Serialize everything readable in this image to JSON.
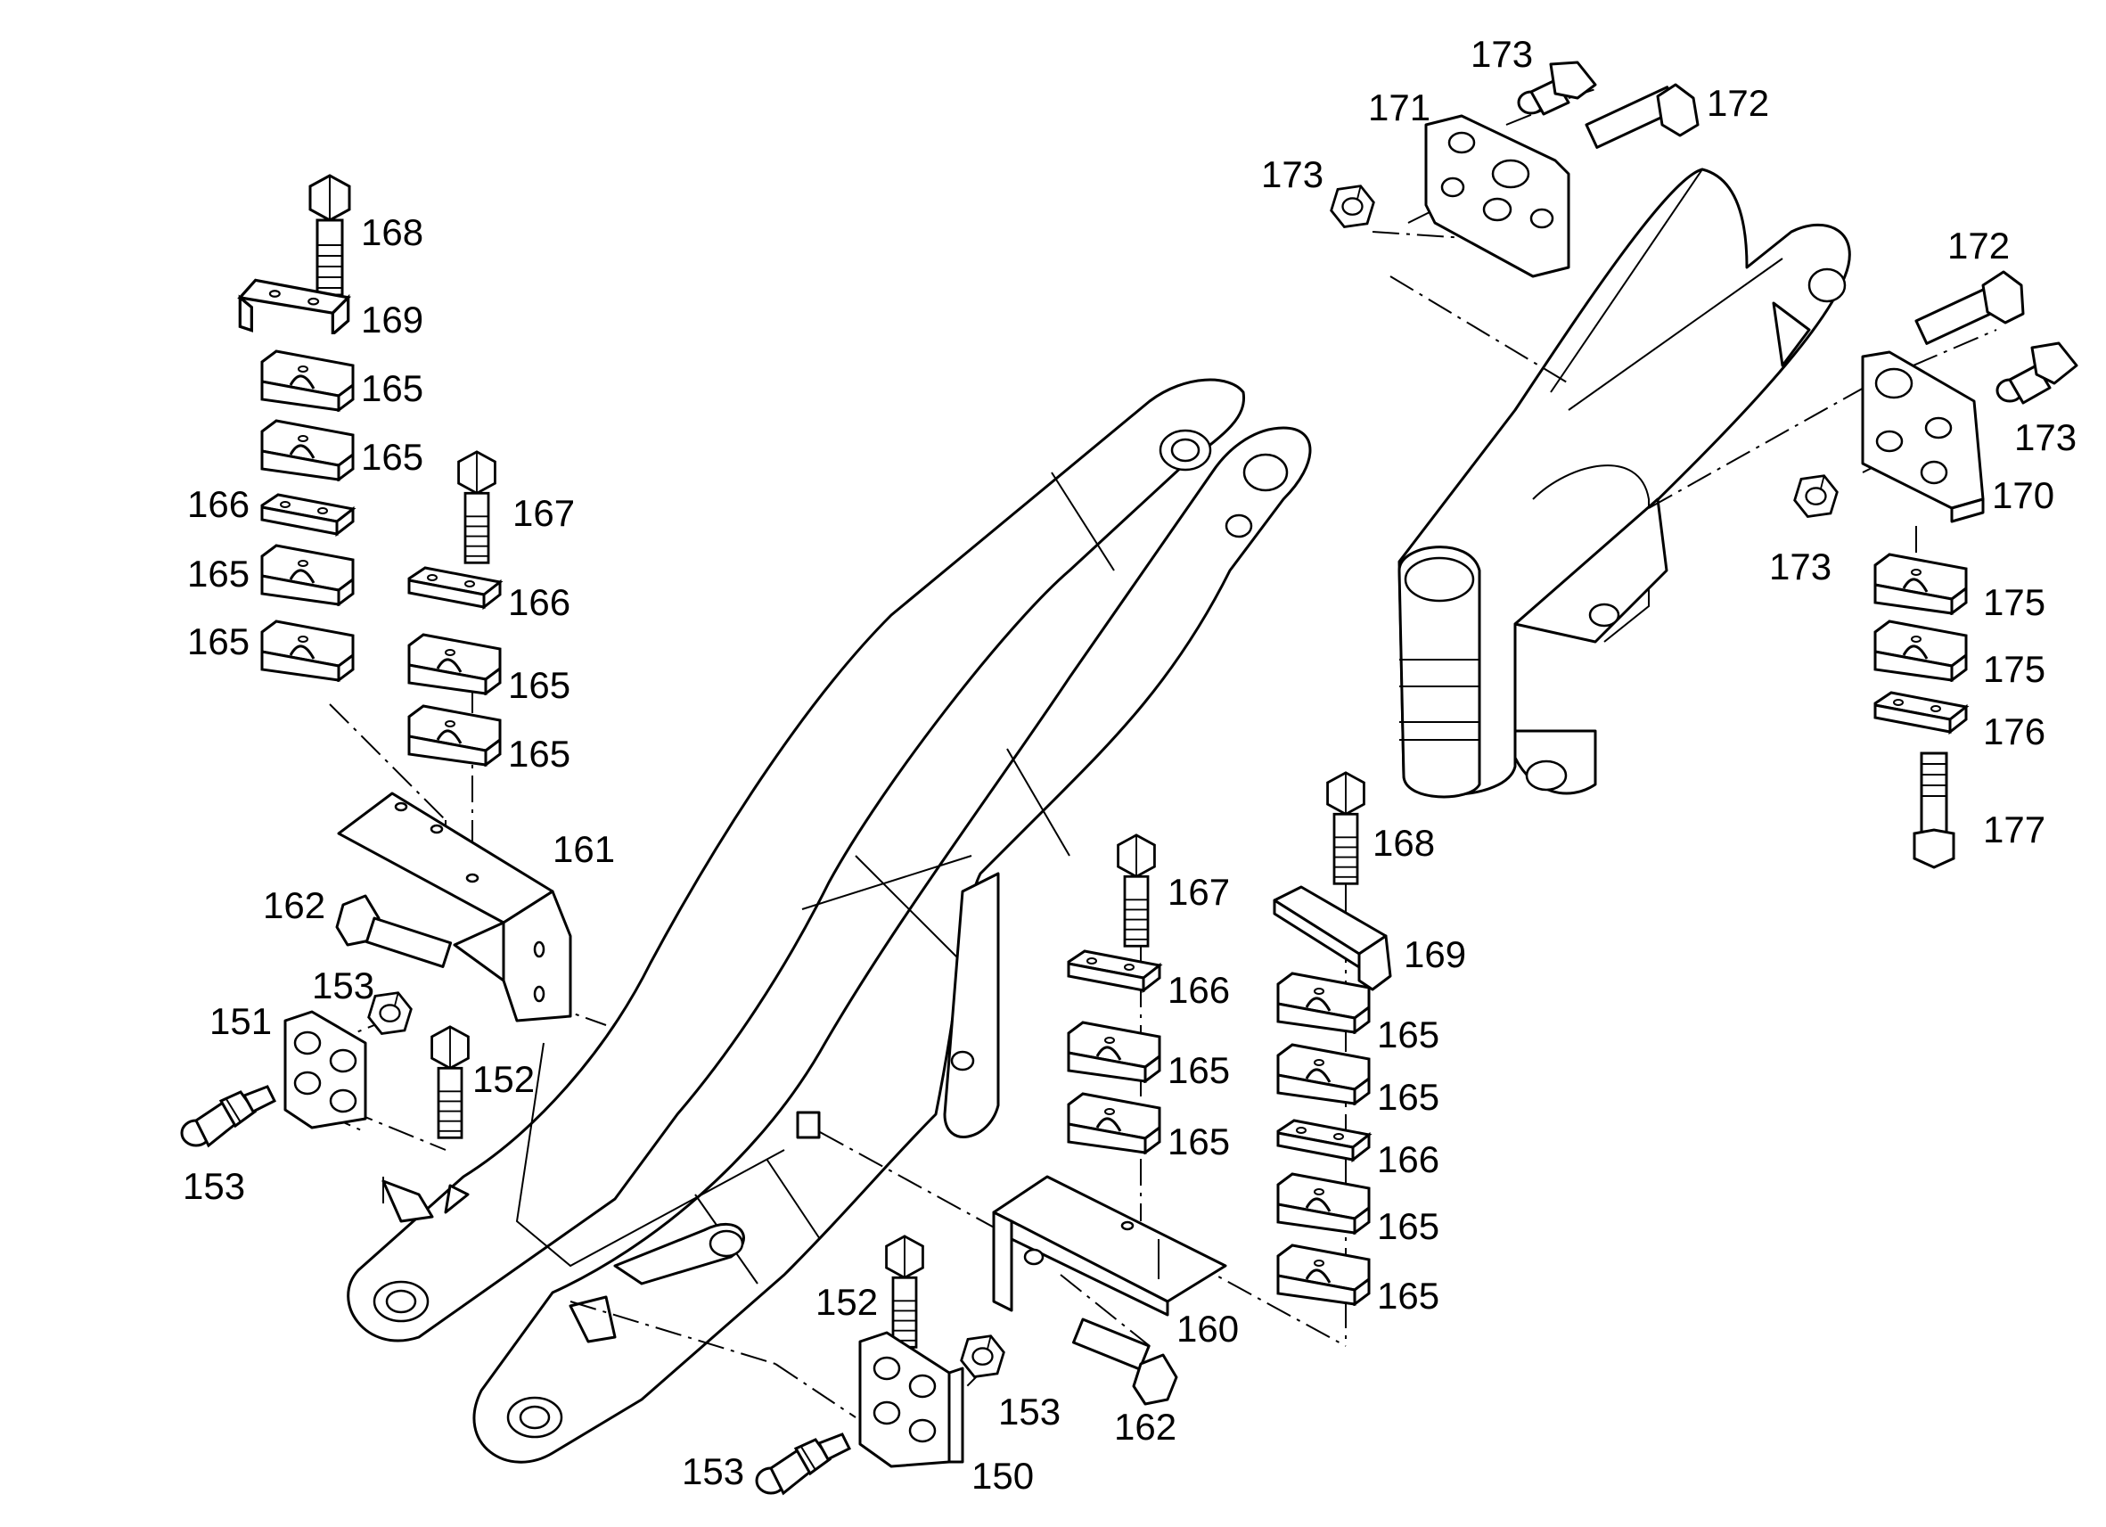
{
  "diagram": {
    "callouts": [
      {
        "id": "c168a",
        "text": "168"
      },
      {
        "id": "c169a",
        "text": "169"
      },
      {
        "id": "c165a",
        "text": "165"
      },
      {
        "id": "c165b",
        "text": "165"
      },
      {
        "id": "c166a",
        "text": "166"
      },
      {
        "id": "c165c",
        "text": "165"
      },
      {
        "id": "c165d",
        "text": "165"
      },
      {
        "id": "c167a",
        "text": "167"
      },
      {
        "id": "c166b",
        "text": "166"
      },
      {
        "id": "c165e",
        "text": "165"
      },
      {
        "id": "c165f",
        "text": "165"
      },
      {
        "id": "c161",
        "text": "161"
      },
      {
        "id": "c162a",
        "text": "162"
      },
      {
        "id": "c153a",
        "text": "153"
      },
      {
        "id": "c151",
        "text": "151"
      },
      {
        "id": "c152a",
        "text": "152"
      },
      {
        "id": "c153b",
        "text": "153"
      },
      {
        "id": "c173a",
        "text": "173"
      },
      {
        "id": "c171",
        "text": "171"
      },
      {
        "id": "c172a",
        "text": "172"
      },
      {
        "id": "c173b",
        "text": "173"
      },
      {
        "id": "c172b",
        "text": "172"
      },
      {
        "id": "c173c",
        "text": "173"
      },
      {
        "id": "c170",
        "text": "170"
      },
      {
        "id": "c173d",
        "text": "173"
      },
      {
        "id": "c175a",
        "text": "175"
      },
      {
        "id": "c175b",
        "text": "175"
      },
      {
        "id": "c176",
        "text": "176"
      },
      {
        "id": "c177",
        "text": "177"
      },
      {
        "id": "c168b",
        "text": "168"
      },
      {
        "id": "c167b",
        "text": "167"
      },
      {
        "id": "c169b",
        "text": "169"
      },
      {
        "id": "c166c",
        "text": "166"
      },
      {
        "id": "c165g",
        "text": "165"
      },
      {
        "id": "c165h",
        "text": "165"
      },
      {
        "id": "c165i",
        "text": "165"
      },
      {
        "id": "c165j",
        "text": "165"
      },
      {
        "id": "c166d",
        "text": "166"
      },
      {
        "id": "c165k",
        "text": "165"
      },
      {
        "id": "c165l",
        "text": "165"
      },
      {
        "id": "c160",
        "text": "160"
      },
      {
        "id": "c152b",
        "text": "152"
      },
      {
        "id": "c162b",
        "text": "162"
      },
      {
        "id": "c153c",
        "text": "153"
      },
      {
        "id": "c153d",
        "text": "153"
      },
      {
        "id": "c150",
        "text": "150"
      }
    ]
  }
}
